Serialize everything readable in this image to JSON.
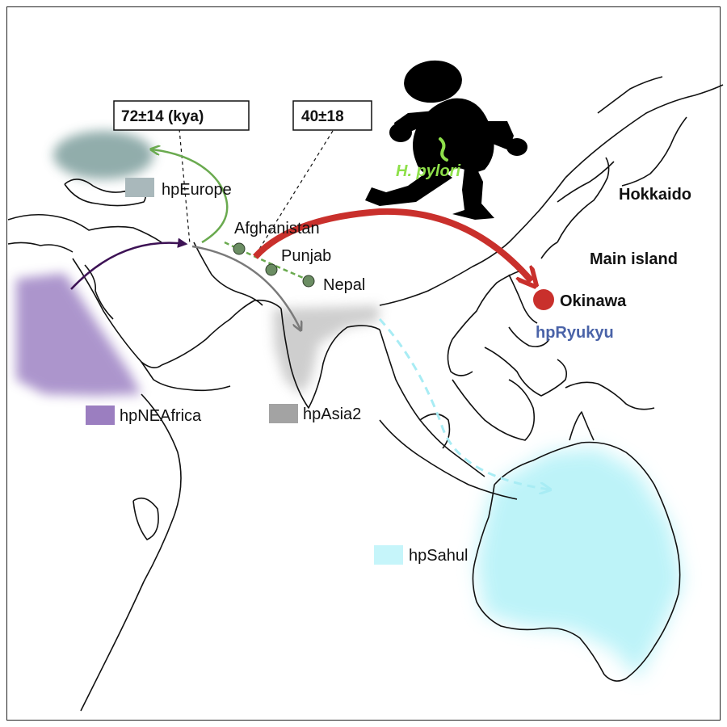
{
  "annotations": {
    "date_72": "72±14 (kya)",
    "date_40": "40±18"
  },
  "places": {
    "afghanistan": "Afghanistan",
    "punjab": "Punjab",
    "nepal": "Nepal",
    "hokkaido": "Hokkaido",
    "main_island": "Main island",
    "okinawa": "Okinawa"
  },
  "figure": {
    "bacterium": "H. pylori"
  },
  "legend": {
    "hpEurope": {
      "label": "hpEurope",
      "color": "#a9b8bb"
    },
    "hpNEAfrica": {
      "label": "hpNEAfrica",
      "color": "#9b7ec0"
    },
    "hpAsia2": {
      "label": "hpAsia2",
      "color": "#a3a3a3"
    },
    "hpSahul": {
      "label": "hpSahul",
      "color": "#c6f5fa"
    },
    "hpRyukyu": {
      "label": "hpRyukyu",
      "color": "#4a63a8"
    }
  },
  "colors": {
    "europe_blob": "#7e9f9d",
    "neafrica_blob": "#9e83c4",
    "asia2_blob": "#c9c9c9",
    "sahul_blob": "#b6f2f8",
    "purple_route": "#3d1255",
    "green_route": "#6aaa4f",
    "gray_route": "#7a7a7a",
    "red_route": "#c9302c",
    "cyan_route": "#a8ecf4",
    "hpylori_text": "#8ee04a"
  },
  "icons": [
    "running-person-icon",
    "bacterium-icon"
  ]
}
